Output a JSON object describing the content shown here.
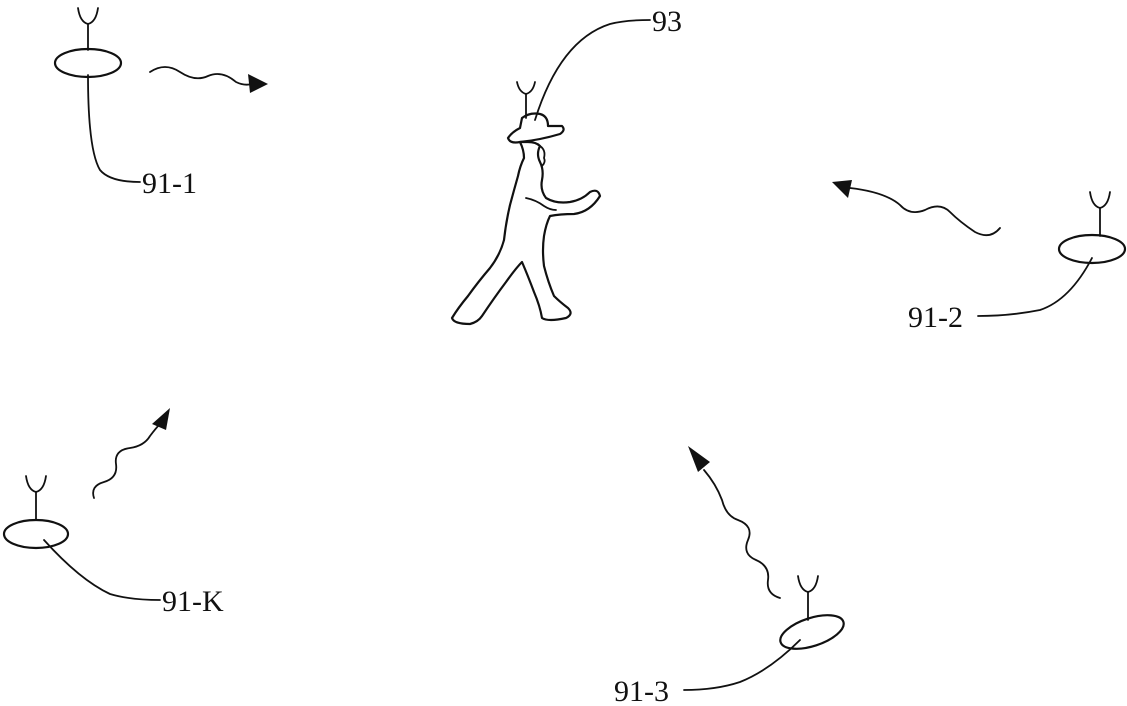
{
  "figure": {
    "labels": {
      "pedestrian": "93",
      "node_1": "91-1",
      "node_2": "91-2",
      "node_3": "91-3",
      "node_k": "91-K"
    },
    "icons": {
      "node": "antenna-transmitter-icon",
      "pedestrian": "walking-person-with-antenna-icon",
      "signal": "wavy-signal-arrow-icon"
    }
  }
}
